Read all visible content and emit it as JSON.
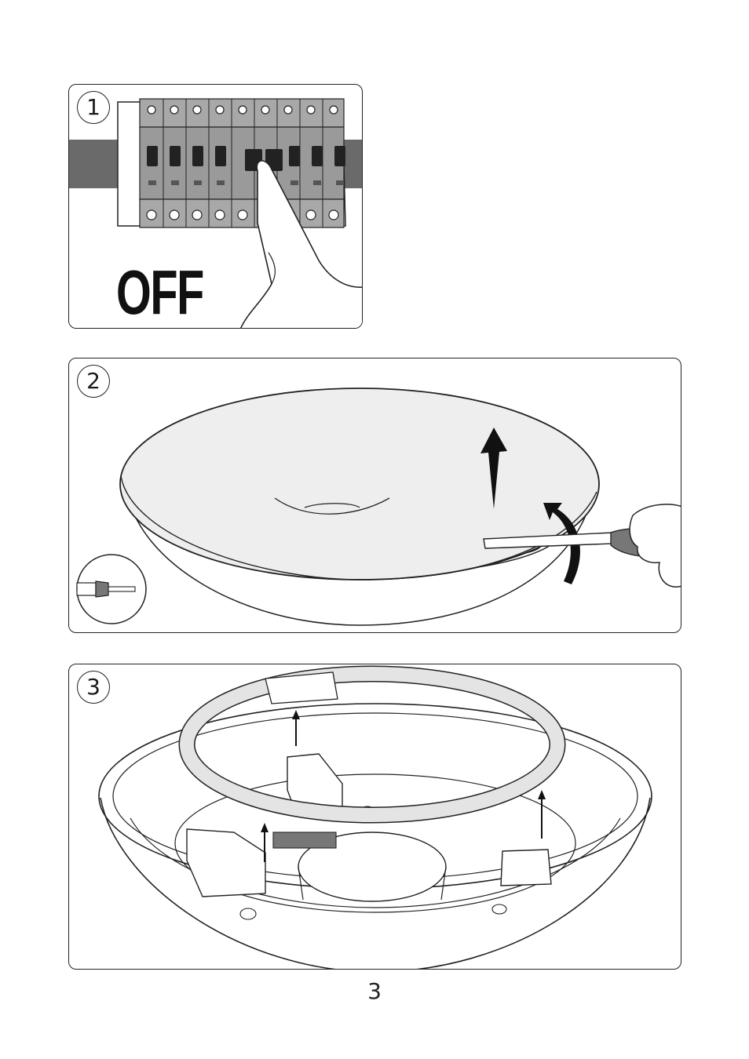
{
  "steps": [
    {
      "number": "1",
      "label": "OFF",
      "icons": [
        "circuit-breaker-panel",
        "pointing-hand"
      ]
    },
    {
      "number": "2",
      "icons": [
        "screwdriver-icon",
        "lamp-cover",
        "up-arrow",
        "curved-arrow",
        "hand-with-screwdriver"
      ]
    },
    {
      "number": "3",
      "icons": [
        "circular-fluorescent-tube",
        "lamp-base",
        "lamp-holder",
        "up-arrow"
      ]
    }
  ],
  "page": {
    "number": "3"
  },
  "colors": {
    "line": "#222222",
    "breaker_body": "#9a9a9a",
    "rail": "#6a6a6a",
    "tube_fill": "#e4e4e4",
    "cover_fill": "#eeeeee"
  }
}
